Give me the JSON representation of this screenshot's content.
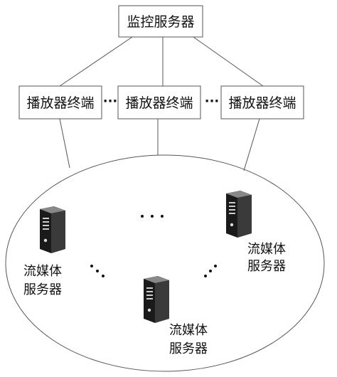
{
  "monitor_server": {
    "label": "监控服务器"
  },
  "player_terminals": [
    {
      "label": "播放器终端"
    },
    {
      "label": "播放器终端"
    },
    {
      "label": "播放器终端"
    }
  ],
  "terminal_ellipsis": "···",
  "streaming_servers": [
    {
      "line1": "流媒体",
      "line2": "服务器"
    },
    {
      "line1": "流媒体",
      "line2": "服务器"
    },
    {
      "line1": "流媒体",
      "line2": "服务器"
    }
  ],
  "colors": {
    "stroke": "#555555",
    "text": "#111111",
    "server_body": "#1a1a1a"
  },
  "icons": {
    "server": "server-tower-icon"
  }
}
